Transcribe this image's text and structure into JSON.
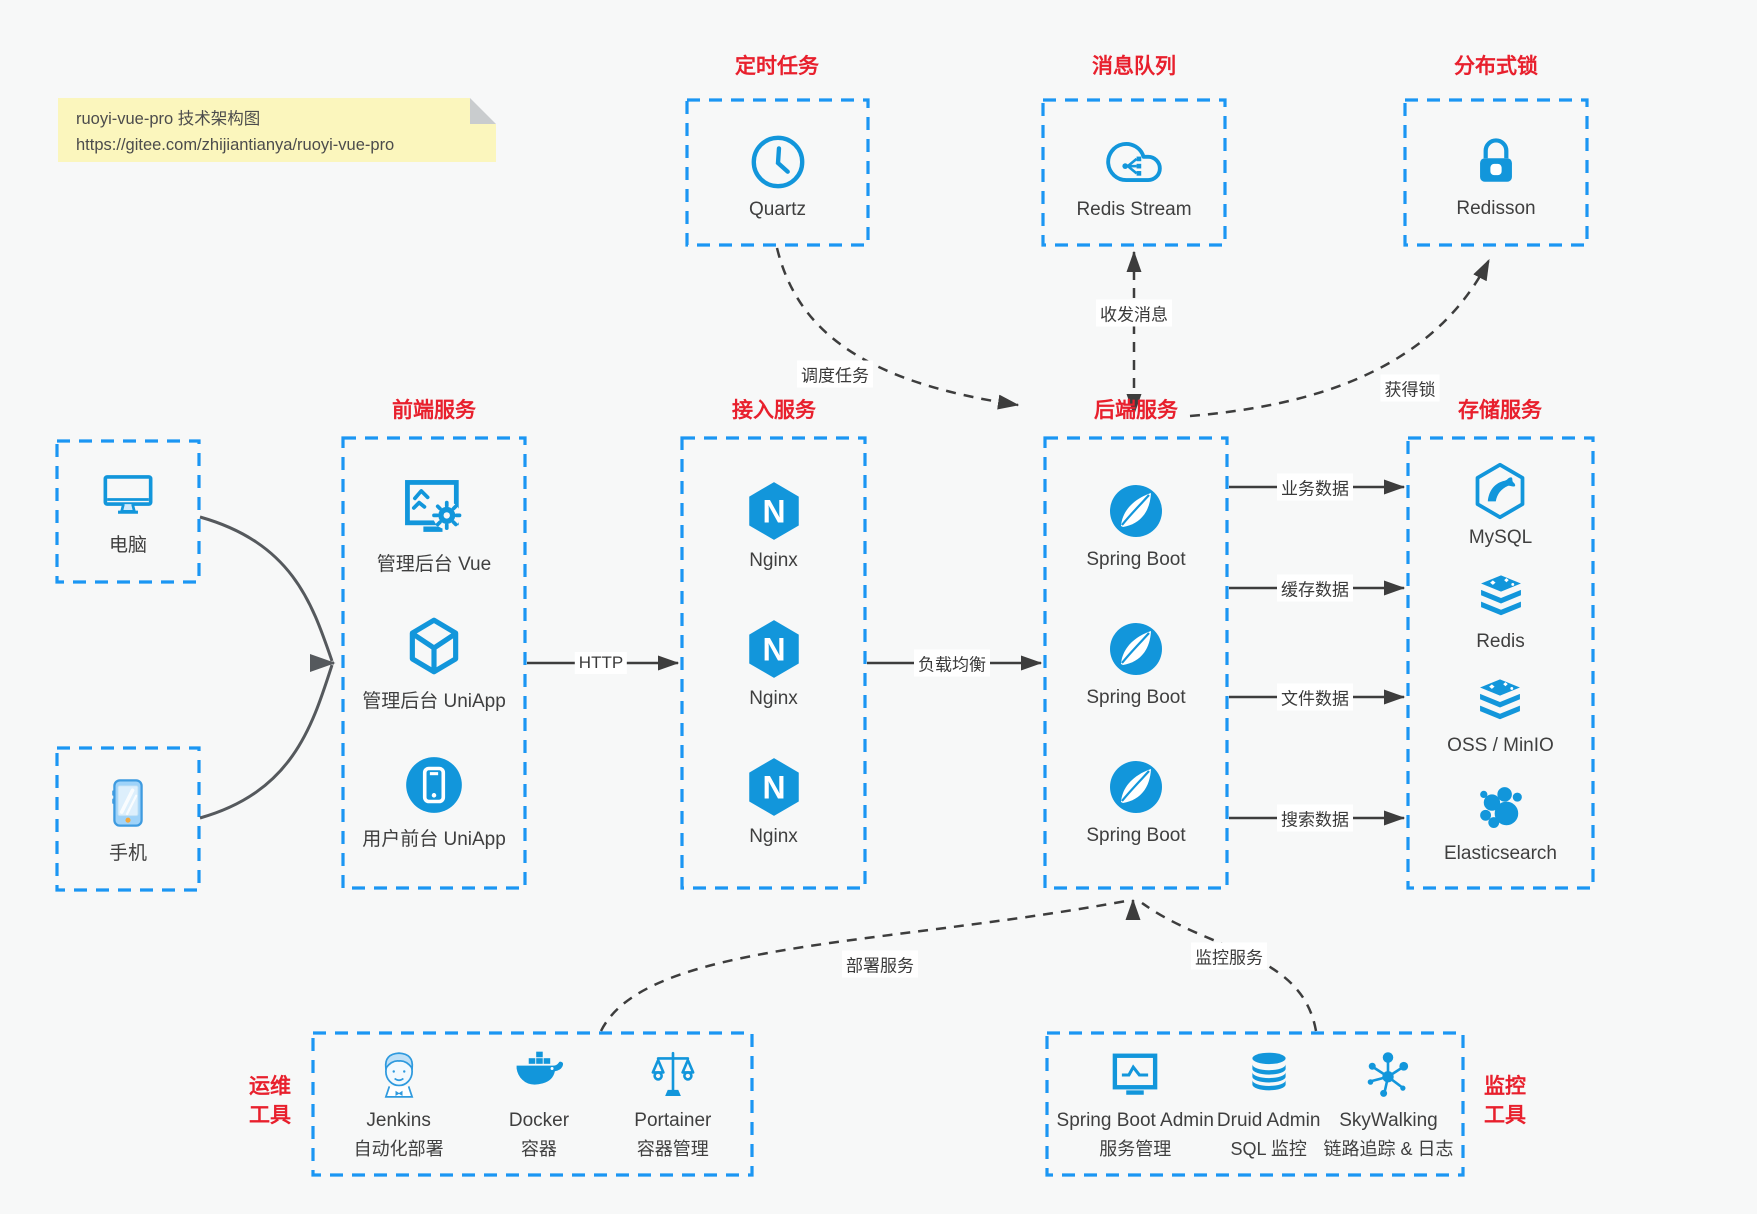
{
  "note": {
    "title": "ruoyi-vue-pro 技术架构图",
    "url": "https://gitee.com/zhijiantianya/ruoyi-vue-pro"
  },
  "colors": {
    "accent_blue": "#1b96f3",
    "icon_blue": "#1296db",
    "title_red": "#e8202d",
    "arrow_gray": "#3d3d3d",
    "note_bg": "#fbf6bd"
  },
  "top_groups": [
    {
      "title": "定时任务",
      "item": {
        "icon": "clock-icon",
        "label": "Quartz"
      }
    },
    {
      "title": "消息队列",
      "item": {
        "icon": "cloud-mq-icon",
        "label": "Redis Stream"
      }
    },
    {
      "title": "分布式锁",
      "item": {
        "icon": "lock-icon",
        "label": "Redisson"
      }
    }
  ],
  "clients": [
    {
      "icon": "desktop-icon",
      "label": "电脑"
    },
    {
      "icon": "smartphone-icon",
      "label": "手机"
    }
  ],
  "panels": {
    "frontend": {
      "title": "前端服务",
      "items": [
        {
          "icon": "admin-vue-icon",
          "label": "管理后台 Vue"
        },
        {
          "icon": "uniapp-cube-icon",
          "label": "管理后台 UniApp"
        },
        {
          "icon": "user-uniapp-icon",
          "label": "用户前台 UniApp"
        }
      ]
    },
    "gateway": {
      "title": "接入服务",
      "items": [
        {
          "icon": "nginx-icon",
          "label": "Nginx"
        },
        {
          "icon": "nginx-icon",
          "label": "Nginx"
        },
        {
          "icon": "nginx-icon",
          "label": "Nginx"
        }
      ]
    },
    "backend": {
      "title": "后端服务",
      "items": [
        {
          "icon": "spring-boot-icon",
          "label": "Spring Boot"
        },
        {
          "icon": "spring-boot-icon",
          "label": "Spring Boot"
        },
        {
          "icon": "spring-boot-icon",
          "label": "Spring Boot"
        }
      ]
    },
    "storage": {
      "title": "存储服务",
      "items": [
        {
          "icon": "mysql-icon",
          "label": "MySQL"
        },
        {
          "icon": "redis-stack-icon",
          "label": "Redis"
        },
        {
          "icon": "redis-stack-icon",
          "label": "OSS / MinIO"
        },
        {
          "icon": "elasticsearch-icon",
          "label": "Elasticsearch"
        }
      ]
    },
    "devops": {
      "title_lines": [
        "运维",
        "工具"
      ],
      "items": [
        {
          "icon": "jenkins-icon",
          "name": "Jenkins",
          "desc": "自动化部署"
        },
        {
          "icon": "docker-icon",
          "name": "Docker",
          "desc": "容器"
        },
        {
          "icon": "portainer-icon",
          "name": "Portainer",
          "desc": "容器管理"
        }
      ]
    },
    "monitoring": {
      "title_lines": [
        "监控",
        "工具"
      ],
      "items": [
        {
          "icon": "spring-boot-admin-icon",
          "name": "Spring Boot Admin",
          "desc": "服务管理"
        },
        {
          "icon": "druid-icon",
          "name": "Druid Admin",
          "desc": "SQL 监控"
        },
        {
          "icon": "skywalking-icon",
          "name": "SkyWalking",
          "desc": "链路追踪 & 日志"
        }
      ]
    }
  },
  "edges": {
    "http": "HTTP",
    "load_balance": "负载均衡",
    "business_data": "业务数据",
    "cache_data": "缓存数据",
    "file_data": "文件数据",
    "search_data": "搜索数据",
    "schedule_task": "调度任务",
    "send_receive_message": "收发消息",
    "acquire_lock": "获得锁",
    "deploy_service": "部署服务",
    "monitor_service": "监控服务"
  }
}
